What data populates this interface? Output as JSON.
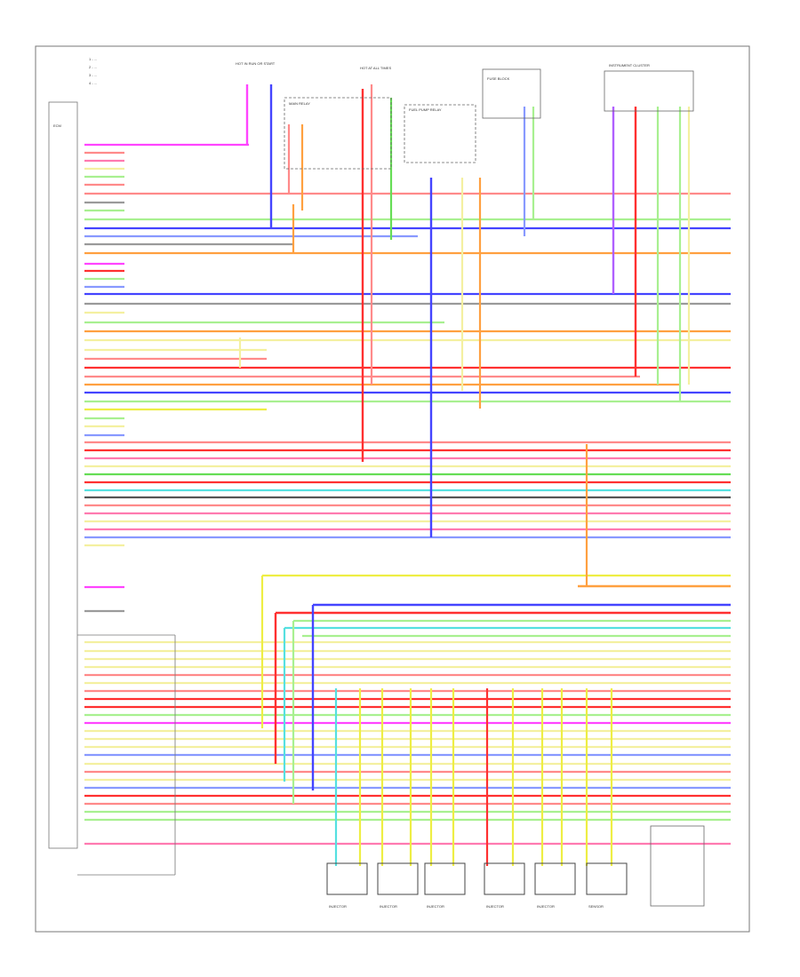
{
  "diagram": {
    "note_lines": [
      "1 - ...",
      "2 - ...",
      "3 - ...",
      "4 - ..."
    ],
    "hot_labels": [
      "HOT IN RUN OR START",
      "HOT AT ALL TIMES"
    ],
    "component_labels": {
      "ecm": "ECM",
      "relay_main": "MAIN RELAY",
      "relay_fuel": "FUEL PUMP RELAY",
      "fuse_block": "FUSE BLOCK",
      "instrument_cluster": "INSTRUMENT CLUSTER"
    },
    "bottom_labels": [
      "INJECTOR",
      "INJECTOR",
      "INJECTOR",
      "INJECTOR",
      "INJECTOR",
      "SENSOR"
    ],
    "footer": "",
    "wire_colors": {
      "pink": "#ff7ab0",
      "magenta": "#ff44ff",
      "red": "#ff3030",
      "light_red": "#ff8a8a",
      "orange": "#ffa040",
      "yellow": "#eeee44",
      "light_yellow": "#f4f0a0",
      "green": "#66dd55",
      "light_green": "#a8f090",
      "cyan": "#55e0e0",
      "blue": "#4444ff",
      "light_blue": "#8899ff",
      "gray": "#9a9a9a",
      "dark_gray": "#555555",
      "violet": "#b060ff"
    }
  }
}
